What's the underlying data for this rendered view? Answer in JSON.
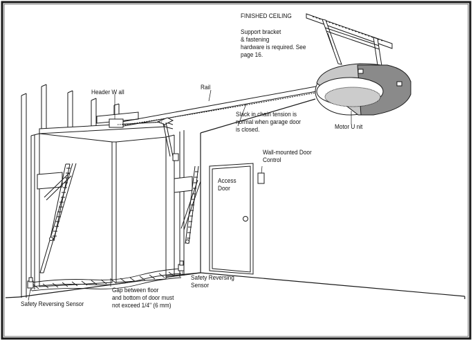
{
  "labels": {
    "finished_ceiling": "FINISHED CEILING",
    "support_bracket": [
      "Support bracket",
      "& fastening",
      "hardware is required. See",
      "page 16."
    ],
    "header_wall": "Header  W all",
    "rail": "Rail",
    "slack": [
      "Slack in chain tension is",
      "normal when garage door",
      "is closed."
    ],
    "motor_unit": "Motor   U nit",
    "wall_control": [
      "Wall-mounted Door",
      "Control"
    ],
    "access_door": [
      "Access",
      "Door"
    ],
    "safety_sensor_right": [
      "Safety Reversing",
      "Sensor"
    ],
    "safety_sensor_left": "Safety Reversing Sensor",
    "gap": [
      "Gap between floor",
      "and bottom of door must",
      "not exceed 1/4\" (6 mm)"
    ]
  },
  "colors": {
    "line": "#1a1a1a",
    "motor_fill": "#c8c8c8",
    "motor_shade": "#8a8a8a",
    "background": "#ffffff"
  }
}
